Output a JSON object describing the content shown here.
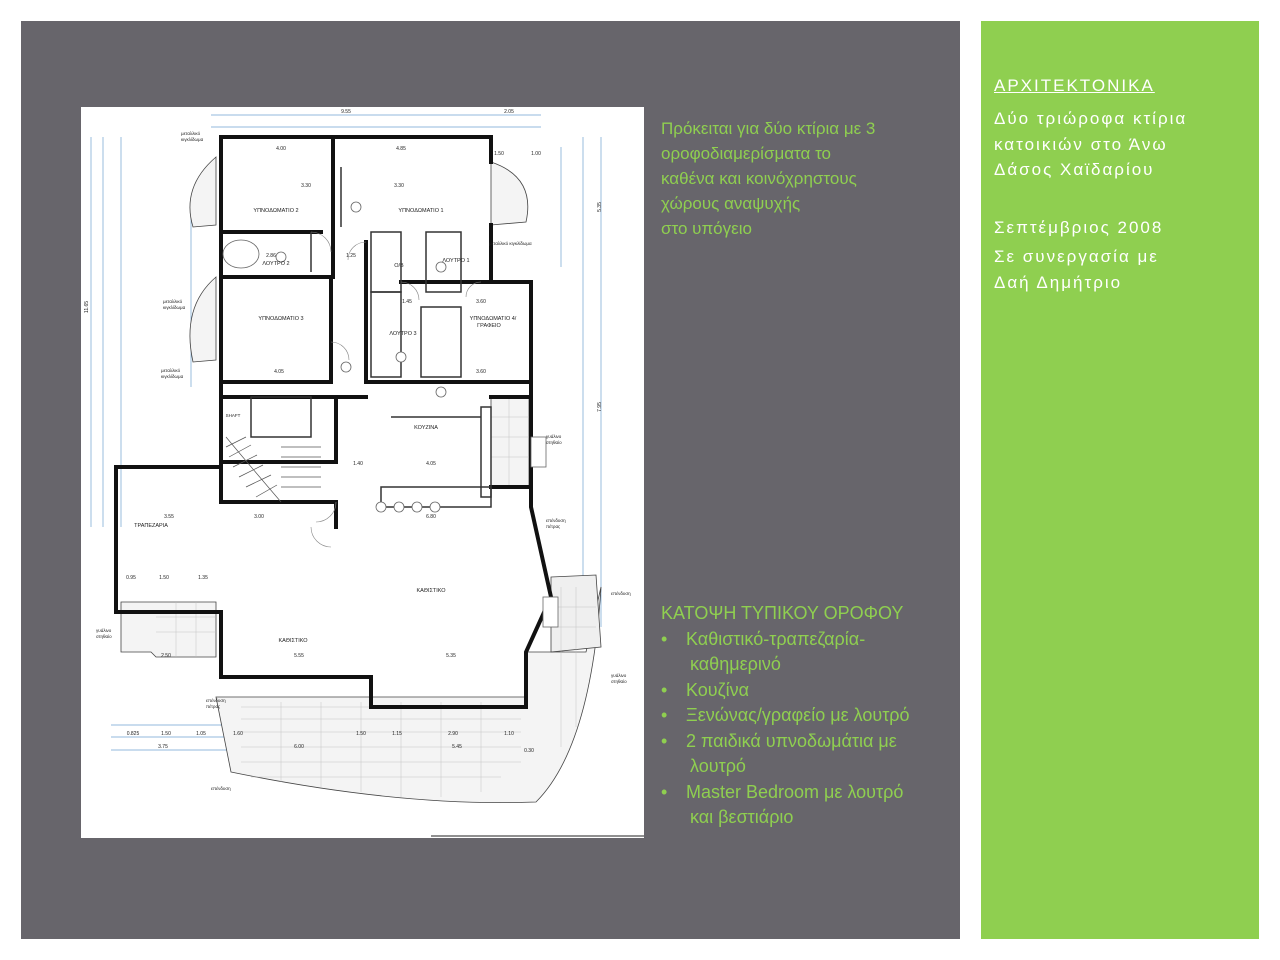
{
  "sidebar": {
    "title": "ΑΡΧΙΤΕΚΤΟΝΙΚΑ",
    "lines": [
      "Δύο τριώροφα κτίρια",
      "κατοικιών στο Άνω",
      "Δάσος Χαϊδαρίου"
    ],
    "date": "Σεπτέμβριος 2008",
    "collab": [
      "Σε συνεργασία με",
      "Δαή Δημήτριο"
    ]
  },
  "intro": {
    "lines": [
      "Πρόκειται για δύο κτίρια με 3",
      "οροφοδιαμερίσματα το",
      "καθένα και κοινόχρηστους",
      "χώρους αναψυχής",
      "στο υπόγειο"
    ]
  },
  "plan": {
    "heading": "ΚΑΤΟΨΗ ΤΥΠΙΚΟΥ ΟΡΟΦΟΥ",
    "items": [
      {
        "l1": "Καθιστικό-τραπεζαρία-",
        "l2": "καθημερινό"
      },
      {
        "l1": "Κουζίνα",
        "l2": ""
      },
      {
        "l1": "Ξενώνας/γραφείο με λουτρό",
        "l2": ""
      },
      {
        "l1": "2 παιδικά υπνοδωμάτια με",
        "l2": "λουτρό"
      },
      {
        "l1": "Master Bedroom με λουτρό",
        "l2": "και βεστιάριο"
      }
    ]
  },
  "drawing": {
    "rooms": {
      "bed2": "ΥΠΝΟΔΩΜΑΤΙΟ 2",
      "bed1": "ΥΠΝΟΔΩΜΑΤΙΟ 1",
      "bed3": "ΥΠΝΟΔΩΜΑΤΙΟ 3",
      "bed4": "ΥΠΝΟΔΩΜΑΤΙΟ 4/",
      "office": "ΓΡΑΦΕΙΟ",
      "bath1": "ΛΟΥΤΡΟ 1",
      "bath2": "ΛΟΥΤΡΟ 2",
      "bath3": "ΛΟΥΤΡΟ 3",
      "wc": "Ο/Β",
      "kitchen": "ΚΟΥΖΙΝΑ",
      "dining": "ΤΡΑΠΕΖΑΡΙΑ",
      "living": "ΚΑΘΙΣΤΙΚΟ",
      "living2": "ΚΑΘΙΣΤΙΚΟ",
      "shaft": "SHAFT"
    },
    "notes": {
      "metal1": "μεταλλικό",
      "metal1b": "κιγκλίδωμα",
      "metal2": "μεταλλικό κιγκλίδωμα",
      "metal3": "μεταλλικό",
      "metal3b": "κιγκλίδωμα",
      "metal4": "μεταλλικό",
      "metal4b": "κιγκλίδωμα",
      "glass1": "γυάλινο",
      "glass1b": "στηθαίο",
      "glass2": "γυάλινο",
      "glass2b": "στηθαίο",
      "glass3": "γυάλινο",
      "glass3b": "στηθαίο",
      "stone1": "επένδυση",
      "stone1b": "πέτρας",
      "stone2": "επένδυση",
      "stone2b": "πέτρας",
      "stone3": "επένδυση",
      "stone4": "επένδυση"
    },
    "dims": {
      "top1": "9.55",
      "top2": "2.05",
      "d400": "4.00",
      "d485": "4.85",
      "d150a": "1.50",
      "d100a": "1.00",
      "d330a": "3.30",
      "d330b": "3.30",
      "d286": "2.86",
      "d125": "1.25",
      "d360a": "3.60",
      "d145": "1.45",
      "d405a": "4.05",
      "d360b": "3.60",
      "d140": "1.40",
      "d405b": "4.05",
      "d355": "3.55",
      "d300": "3.00",
      "d680": "6.80",
      "d555": "5.55",
      "d535": "5.35",
      "d095": "0.95",
      "d150b": "1.50",
      "d135": "1.35",
      "d250": "2.50",
      "b0825": "0.825",
      "b150": "1.50",
      "b105": "1.05",
      "b160": "1.60",
      "b150b": "1.50",
      "b115": "1.15",
      "b290": "2.90",
      "b110": "1.10",
      "t375": "3.75",
      "t600": "6.00",
      "t545": "5.45",
      "t030": "0.30",
      "l1165": "11.65",
      "r535": "5.35",
      "r795": "7.95"
    }
  }
}
